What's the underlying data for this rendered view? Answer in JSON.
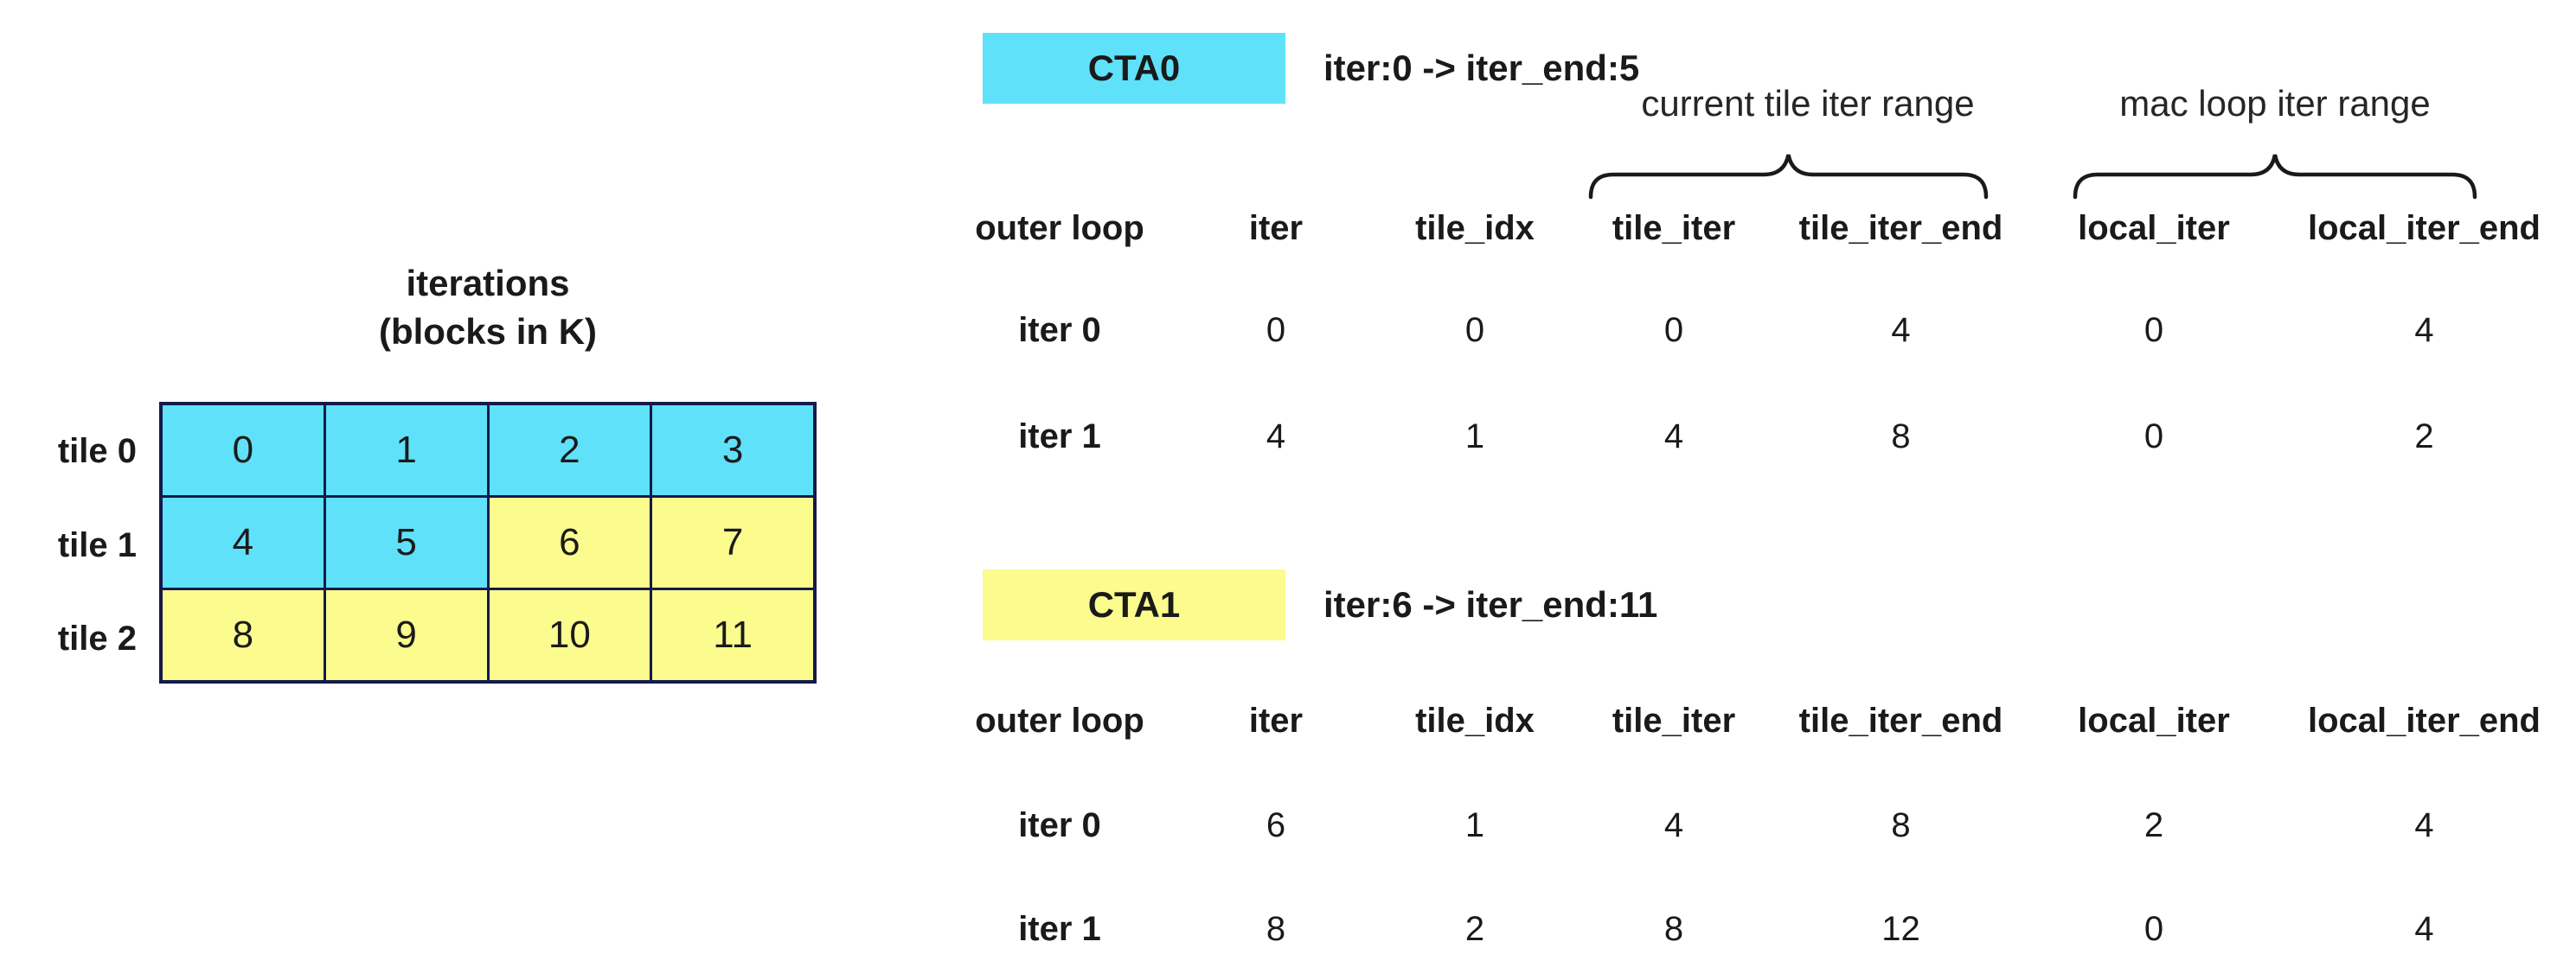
{
  "left_panel": {
    "title_line1": "iterations",
    "title_line2": "(blocks in K)",
    "tile_labels": [
      "tile 0",
      "tile 1",
      "tile 2"
    ],
    "cells": [
      {
        "v": "0",
        "c": "cyan"
      },
      {
        "v": "1",
        "c": "cyan"
      },
      {
        "v": "2",
        "c": "cyan"
      },
      {
        "v": "3",
        "c": "cyan"
      },
      {
        "v": "4",
        "c": "cyan"
      },
      {
        "v": "5",
        "c": "cyan"
      },
      {
        "v": "6",
        "c": "yellow"
      },
      {
        "v": "7",
        "c": "yellow"
      },
      {
        "v": "8",
        "c": "yellow"
      },
      {
        "v": "9",
        "c": "yellow"
      },
      {
        "v": "10",
        "c": "yellow"
      },
      {
        "v": "11",
        "c": "yellow"
      }
    ]
  },
  "annotations": {
    "current_tile_range": "current tile iter range",
    "mac_loop_range": "mac loop iter range"
  },
  "cta0": {
    "label": "CTA0",
    "color": "cyan",
    "range_text": "iter:0 -> iter_end:5",
    "headers": [
      "outer loop",
      "iter",
      "tile_idx",
      "tile_iter",
      "tile_iter_end",
      "local_iter",
      "local_iter_end"
    ],
    "rows": [
      {
        "label": "iter 0",
        "values": [
          "0",
          "0",
          "0",
          "4",
          "0",
          "4"
        ]
      },
      {
        "label": "iter 1",
        "values": [
          "4",
          "1",
          "4",
          "8",
          "0",
          "2"
        ]
      }
    ]
  },
  "cta1": {
    "label": "CTA1",
    "color": "yellow",
    "range_text": "iter:6 -> iter_end:11",
    "headers": [
      "outer loop",
      "iter",
      "tile_idx",
      "tile_iter",
      "tile_iter_end",
      "local_iter",
      "local_iter_end"
    ],
    "rows": [
      {
        "label": "iter 0",
        "values": [
          "6",
          "1",
          "4",
          "8",
          "2",
          "4"
        ]
      },
      {
        "label": "iter 1",
        "values": [
          "8",
          "2",
          "8",
          "12",
          "0",
          "4"
        ]
      }
    ]
  },
  "colors": {
    "cyan": "#5FE1FA",
    "yellow": "#FBFB8E",
    "grid_border": "#141A4A",
    "text": "#1A1A1A"
  }
}
